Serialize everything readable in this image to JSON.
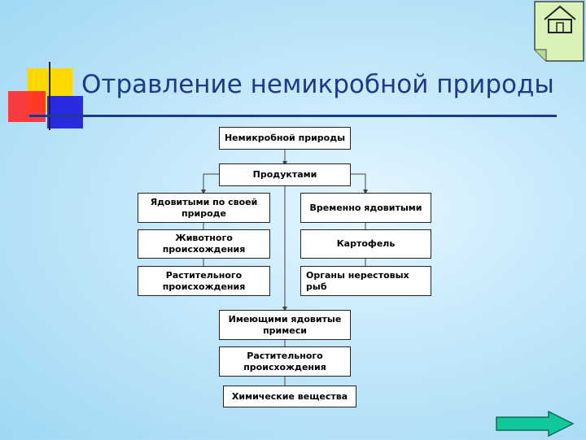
{
  "title": "Отравление немикробной природы",
  "boxes": {
    "top": "Немикробной природы",
    "products": "Продуктами",
    "poisonous_nature": "Ядовитыми по своей природе",
    "temp_poisonous": "Временно ядовитыми",
    "animal_origin": "Животного происхождения",
    "potato": "Картофель",
    "plant_origin_left": "Растительного происхождения",
    "fish_organs": "Органы нерестовых рыб",
    "impurities": "Имеющими ядовитые примеси",
    "plant_origin_bottom": "Растительного происхождения",
    "chemicals": "Химические вещества"
  },
  "nav": {
    "home_icon": "home-icon",
    "next_icon": "arrow-right-icon"
  },
  "colors": {
    "title": "#1b3a8c",
    "home_bg": "#d9f2b8",
    "next_bg": "#10c89a"
  }
}
